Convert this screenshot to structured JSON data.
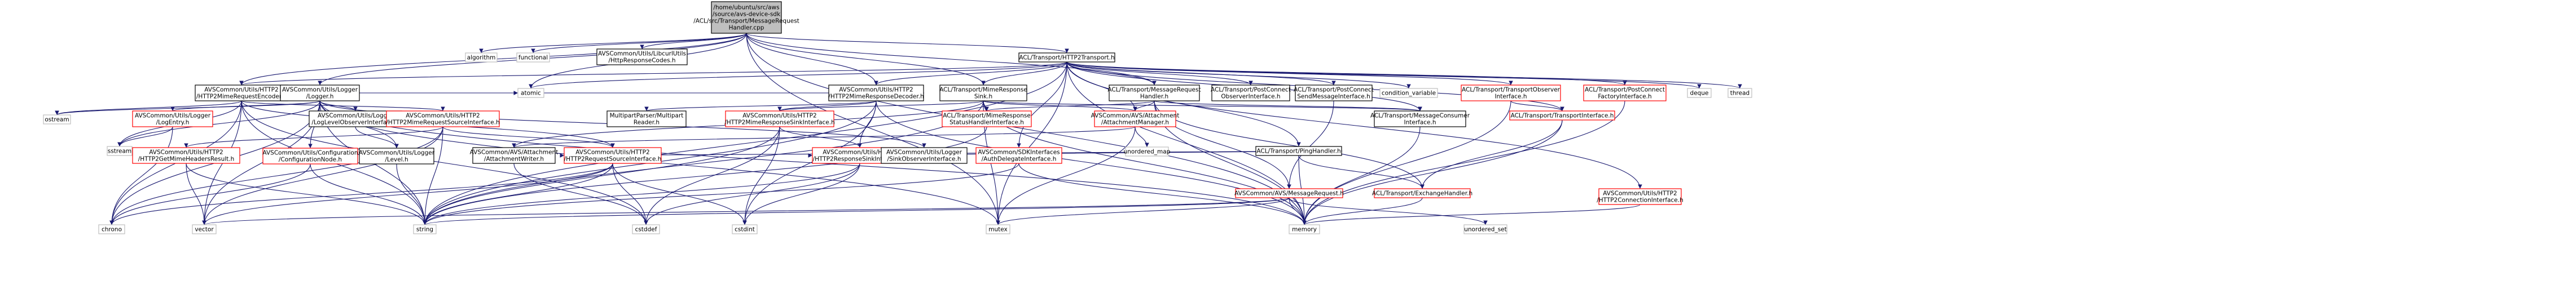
{
  "diagram": {
    "type": "include-dependency-graph",
    "colors": {
      "root_fill": "#bfbfbf",
      "node_fill": "#ffffff",
      "node_border_black": "#000000",
      "node_border_red": "#ff0000",
      "node_border_gray": "#bfbfbf",
      "edge": "#191970"
    },
    "nodes": [
      {
        "id": "root",
        "lines": [
          "/home/ubuntu/src/aws",
          "/source/avs-device-sdk",
          "/ACL/src/Transport/MessageRequest",
          "Handler.cpp"
        ],
        "style": "root"
      },
      {
        "id": "algorithm",
        "lines": [
          "algorithm"
        ],
        "style": "gray"
      },
      {
        "id": "functional",
        "lines": [
          "functional"
        ],
        "style": "gray"
      },
      {
        "id": "httpresponsecodes",
        "lines": [
          "AVSCommon/Utils/LibcurlUtils",
          "/HttpResponseCodes.h"
        ],
        "style": "black"
      },
      {
        "id": "http2transport",
        "lines": [
          "ACL/Transport/HTTP2Transport.h"
        ],
        "style": "black"
      },
      {
        "id": "encoder",
        "lines": [
          "AVSCommon/Utils/HTTP2",
          "/HTTP2MimeRequestEncoder.h"
        ],
        "style": "black"
      },
      {
        "id": "logger",
        "lines": [
          "AVSCommon/Utils/Logger",
          "/Logger.h"
        ],
        "style": "black"
      },
      {
        "id": "atomic",
        "lines": [
          "atomic"
        ],
        "style": "gray"
      },
      {
        "id": "decoder",
        "lines": [
          "AVSCommon/Utils/HTTP2",
          "/HTTP2MimeResponseDecoder.h"
        ],
        "style": "black"
      },
      {
        "id": "mimesink",
        "lines": [
          "ACL/Transport/MimeResponse",
          "Sink.h"
        ],
        "style": "black"
      },
      {
        "id": "mrhandler",
        "lines": [
          "ACL/Transport/MessageRequest",
          "Handler.h"
        ],
        "style": "black"
      },
      {
        "id": "postconnectobs",
        "lines": [
          "ACL/Transport/PostConnect",
          "ObserverInterface.h"
        ],
        "style": "black"
      },
      {
        "id": "postconnectsend",
        "lines": [
          "ACL/Transport/PostConnect",
          "SendMessageInterface.h"
        ],
        "style": "black"
      },
      {
        "id": "condvar",
        "lines": [
          "condition_variable"
        ],
        "style": "gray"
      },
      {
        "id": "transportobs",
        "lines": [
          "ACL/Transport/TransportObserver",
          "Interface.h"
        ],
        "style": "red"
      },
      {
        "id": "postconnectfactory",
        "lines": [
          "ACL/Transport/PostConnect",
          "FactoryInterface.h"
        ],
        "style": "red"
      },
      {
        "id": "deque",
        "lines": [
          "deque"
        ],
        "style": "gray"
      },
      {
        "id": "thread",
        "lines": [
          "thread"
        ],
        "style": "gray"
      },
      {
        "id": "ostream",
        "lines": [
          "ostream"
        ],
        "style": "gray"
      },
      {
        "id": "logentry",
        "lines": [
          "AVSCommon/Utils/Logger",
          "/LogEntry.h"
        ],
        "style": "red"
      },
      {
        "id": "loglevelobs",
        "lines": [
          "AVSCommon/Utils/Logger",
          "/LogLevelObserverInterface.h"
        ],
        "style": "black"
      },
      {
        "id": "mimereqsource",
        "lines": [
          "AVSCommon/Utils/HTTP2",
          "/HTTP2MimeRequestSourceInterface.h"
        ],
        "style": "red"
      },
      {
        "id": "multipartreader",
        "lines": [
          "MultipartParser/Multipart",
          "Reader.h"
        ],
        "style": "black"
      },
      {
        "id": "mimerespsink",
        "lines": [
          "AVSCommon/Utils/HTTP2",
          "/HTTP2MimeResponseSinkInterface.h"
        ],
        "style": "red"
      },
      {
        "id": "mimestatus",
        "lines": [
          "ACL/Transport/MimeResponse",
          "StatusHandlerInterface.h"
        ],
        "style": "red"
      },
      {
        "id": "attachmentmgr",
        "lines": [
          "AVSCommon/AVS/Attachment",
          "/AttachmentManager.h"
        ],
        "style": "red"
      },
      {
        "id": "messageconsumer",
        "lines": [
          "ACL/Transport/MessageConsumer",
          "Interface.h"
        ],
        "style": "black"
      },
      {
        "id": "transportif",
        "lines": [
          "ACL/Transport/TransportInterface.h"
        ],
        "style": "red"
      },
      {
        "id": "pinghandler",
        "lines": [
          "ACL/Transport/PingHandler.h"
        ],
        "style": "black"
      },
      {
        "id": "sstream",
        "lines": [
          "sstream"
        ],
        "style": "gray"
      },
      {
        "id": "getmimeheaders",
        "lines": [
          "AVSCommon/Utils/HTTP2",
          "/HTTP2GetMimeHeadersResult.h"
        ],
        "style": "red"
      },
      {
        "id": "confignode",
        "lines": [
          "AVSCommon/Utils/Configuration",
          "/ConfigurationNode.h"
        ],
        "style": "red"
      },
      {
        "id": "level",
        "lines": [
          "AVSCommon/Utils/Logger",
          "/Level.h"
        ],
        "style": "black"
      },
      {
        "id": "attachwriter",
        "lines": [
          "AVSCommon/AVS/Attachment",
          "/AttachmentWriter.h"
        ],
        "style": "black"
      },
      {
        "id": "reqsource",
        "lines": [
          "AVSCommon/Utils/HTTP2",
          "/HTTP2RequestSourceInterface.h"
        ],
        "style": "red"
      },
      {
        "id": "respsink",
        "lines": [
          "AVSCommon/Utils/HTTP2",
          "/HTTP2ResponseSinkInterface.h"
        ],
        "style": "red"
      },
      {
        "id": "sinkobs",
        "lines": [
          "AVSCommon/Utils/Logger",
          "/SinkObserverInterface.h"
        ],
        "style": "black"
      },
      {
        "id": "authdelegate",
        "lines": [
          "AVSCommon/SDKInterfaces",
          "/AuthDelegateInterface.h"
        ],
        "style": "red"
      },
      {
        "id": "unorderedmap",
        "lines": [
          "unordered_map"
        ],
        "style": "gray"
      },
      {
        "id": "messagerequest",
        "lines": [
          "AVSCommon/AVS/MessageRequest.h"
        ],
        "style": "red"
      },
      {
        "id": "exchangehandler",
        "lines": [
          "ACL/Transport/ExchangeHandler.h"
        ],
        "style": "red"
      },
      {
        "id": "connectionif",
        "lines": [
          "AVSCommon/Utils/HTTP2",
          "/HTTP2ConnectionInterface.h"
        ],
        "style": "red"
      },
      {
        "id": "chrono",
        "lines": [
          "chrono"
        ],
        "style": "gray"
      },
      {
        "id": "vector",
        "lines": [
          "vector"
        ],
        "style": "gray"
      },
      {
        "id": "string",
        "lines": [
          "string"
        ],
        "style": "gray"
      },
      {
        "id": "cstddef",
        "lines": [
          "cstddef"
        ],
        "style": "gray"
      },
      {
        "id": "cstdint",
        "lines": [
          "cstdint"
        ],
        "style": "gray"
      },
      {
        "id": "mutex",
        "lines": [
          "mutex"
        ],
        "style": "gray"
      },
      {
        "id": "memory",
        "lines": [
          "memory"
        ],
        "style": "gray"
      },
      {
        "id": "unorderedset",
        "lines": [
          "unordered_set"
        ],
        "style": "gray"
      }
    ],
    "edges": [
      [
        "root",
        "algorithm"
      ],
      [
        "root",
        "functional"
      ],
      [
        "root",
        "httpresponsecodes"
      ],
      [
        "root",
        "http2transport"
      ],
      [
        "root",
        "encoder"
      ],
      [
        "root",
        "decoder"
      ],
      [
        "root",
        "mimesink"
      ],
      [
        "root",
        "logger"
      ],
      [
        "root",
        "atomic"
      ],
      [
        "root",
        "mrhandler"
      ],
      [
        "root",
        "memory"
      ],
      [
        "root",
        "mutex"
      ],
      [
        "http2transport",
        "encoder"
      ],
      [
        "http2transport",
        "decoder"
      ],
      [
        "http2transport",
        "mimesink"
      ],
      [
        "http2transport",
        "mrhandler"
      ],
      [
        "http2transport",
        "postconnectobs"
      ],
      [
        "http2transport",
        "postconnectsend"
      ],
      [
        "http2transport",
        "condvar"
      ],
      [
        "http2transport",
        "transportobs"
      ],
      [
        "http2transport",
        "postconnectfactory"
      ],
      [
        "http2transport",
        "deque"
      ],
      [
        "http2transport",
        "thread"
      ],
      [
        "http2transport",
        "messageconsumer"
      ],
      [
        "http2transport",
        "transportif"
      ],
      [
        "http2transport",
        "pinghandler"
      ],
      [
        "http2transport",
        "atomic"
      ],
      [
        "http2transport",
        "string"
      ],
      [
        "http2transport",
        "memory"
      ],
      [
        "http2transport",
        "connectionif"
      ],
      [
        "http2transport",
        "attachmentmgr"
      ],
      [
        "http2transport",
        "authdelegate"
      ],
      [
        "http2transport",
        "mutex"
      ],
      [
        "encoder",
        "logger"
      ],
      [
        "encoder",
        "mimereqsource"
      ],
      [
        "encoder",
        "reqsource"
      ],
      [
        "encoder",
        "chrono"
      ],
      [
        "encoder",
        "vector"
      ],
      [
        "encoder",
        "string"
      ],
      [
        "encoder",
        "atomic"
      ],
      [
        "encoder",
        "ostream"
      ],
      [
        "encoder",
        "sstream"
      ],
      [
        "encoder",
        "cstddef"
      ],
      [
        "logger",
        "logentry"
      ],
      [
        "logger",
        "loglevelobs"
      ],
      [
        "logger",
        "level"
      ],
      [
        "logger",
        "confignode"
      ],
      [
        "logger",
        "sinkobs"
      ],
      [
        "logger",
        "atomic"
      ],
      [
        "logger",
        "chrono"
      ],
      [
        "logger",
        "vector"
      ],
      [
        "logger",
        "string"
      ],
      [
        "logger",
        "mutex"
      ],
      [
        "logger",
        "sstream"
      ],
      [
        "logger",
        "memory"
      ],
      [
        "logger",
        "ostream"
      ],
      [
        "decoder",
        "multipartreader"
      ],
      [
        "decoder",
        "mimerespsink"
      ],
      [
        "decoder",
        "respsink"
      ],
      [
        "decoder",
        "logger"
      ],
      [
        "decoder",
        "memory"
      ],
      [
        "decoder",
        "string"
      ],
      [
        "decoder",
        "cstdint"
      ],
      [
        "mimesink",
        "mimerespsink"
      ],
      [
        "mimesink",
        "mimestatus"
      ],
      [
        "mimesink",
        "attachmentmgr"
      ],
      [
        "mimesink",
        "messageconsumer"
      ],
      [
        "mimesink",
        "memory"
      ],
      [
        "mimesink",
        "mutex"
      ],
      [
        "mimesink",
        "string"
      ],
      [
        "mimesink",
        "attachwriter"
      ],
      [
        "mrhandler",
        "mimestatus"
      ],
      [
        "mrhandler",
        "messagerequest"
      ],
      [
        "mrhandler",
        "exchangehandler"
      ],
      [
        "mrhandler",
        "messageconsumer"
      ],
      [
        "mrhandler",
        "attachmentmgr"
      ],
      [
        "mrhandler",
        "memory"
      ],
      [
        "transportobs",
        "transportif"
      ],
      [
        "transportobs",
        "memory"
      ],
      [
        "transportif",
        "exchangehandler"
      ],
      [
        "transportif",
        "memory"
      ],
      [
        "postconnectfactory",
        "memory"
      ],
      [
        "postconnectsend",
        "messagerequest"
      ],
      [
        "pinghandler",
        "exchangehandler"
      ],
      [
        "pinghandler",
        "respsink"
      ],
      [
        "pinghandler",
        "reqsource"
      ],
      [
        "pinghandler",
        "memory"
      ],
      [
        "logentry",
        "sstream"
      ],
      [
        "logentry",
        "chrono"
      ],
      [
        "loglevelobs",
        "level"
      ],
      [
        "mimereqsource",
        "getmimeheaders"
      ],
      [
        "mimereqsource",
        "reqsource"
      ],
      [
        "mimereqsource",
        "string"
      ],
      [
        "mimereqsource",
        "vector"
      ],
      [
        "mimereqsource",
        "chrono"
      ],
      [
        "getmimeheaders",
        "vector"
      ],
      [
        "getmimeheaders",
        "string"
      ],
      [
        "confignode",
        "string"
      ],
      [
        "confignode",
        "chrono"
      ],
      [
        "level",
        "string"
      ],
      [
        "mimerespsink",
        "respsink"
      ],
      [
        "mimerespsink",
        "string"
      ],
      [
        "mimerespsink",
        "cstdint"
      ],
      [
        "mimerespsink",
        "cstddef"
      ],
      [
        "mimestatus",
        "string"
      ],
      [
        "attachmentmgr",
        "unorderedmap"
      ],
      [
        "attachmentmgr",
        "mutex"
      ],
      [
        "attachmentmgr",
        "attachwriter"
      ],
      [
        "attachwriter",
        "cstddef"
      ],
      [
        "reqsource",
        "chrono"
      ],
      [
        "reqsource",
        "cstddef"
      ],
      [
        "reqsource",
        "cstdint"
      ],
      [
        "reqsource",
        "string"
      ],
      [
        "reqsource",
        "vector"
      ],
      [
        "respsink",
        "string"
      ],
      [
        "respsink",
        "cstddef"
      ],
      [
        "respsink",
        "cstdint"
      ],
      [
        "authdelegate",
        "memory"
      ],
      [
        "authdelegate",
        "string"
      ],
      [
        "messagerequest",
        "memory"
      ],
      [
        "messagerequest",
        "string"
      ],
      [
        "messagerequest",
        "unorderedset"
      ],
      [
        "messagerequest",
        "mutex"
      ],
      [
        "messagerequest",
        "vector"
      ],
      [
        "exchangehandler",
        "memory"
      ],
      [
        "connectionif",
        "memory"
      ],
      [
        "messageconsumer",
        "memory"
      ]
    ]
  }
}
